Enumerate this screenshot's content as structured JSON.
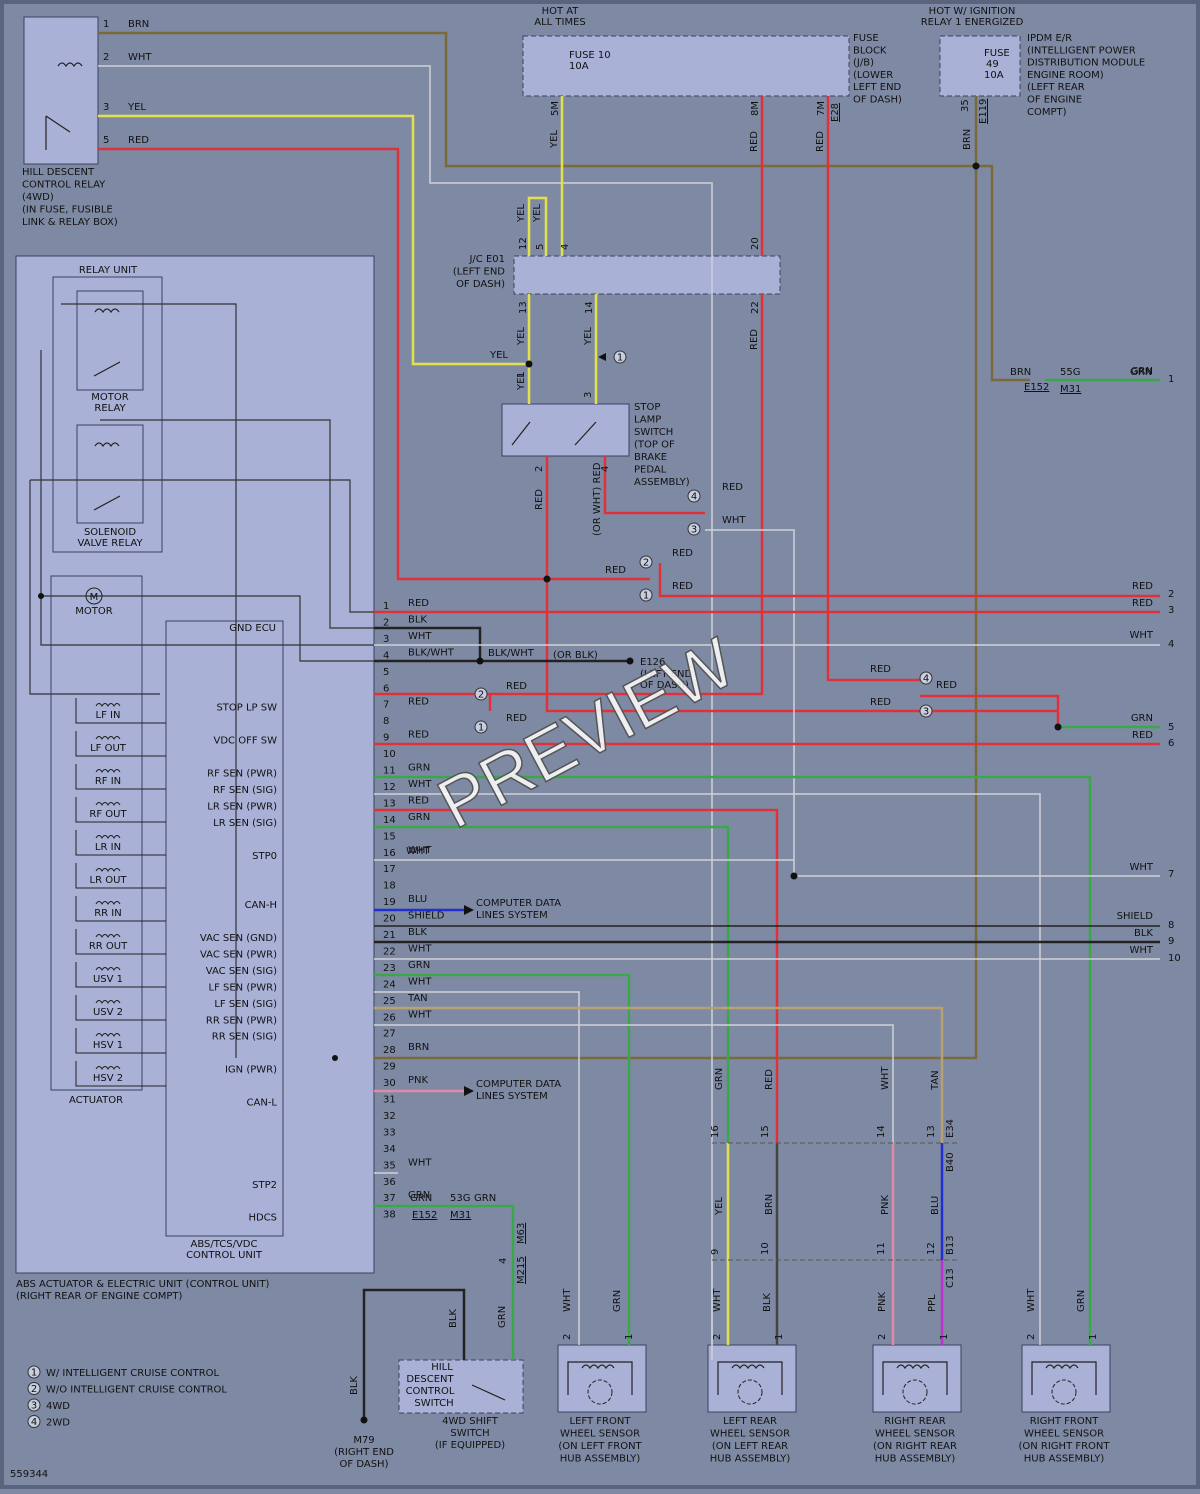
{
  "colors": {
    "background": "#7e8aa4",
    "panel": "#a9b1d6",
    "brn": "#7a6a3a",
    "wht": "#cfd2d8",
    "yel": "#e4e04a",
    "red": "#e0303a",
    "grn": "#3aa84a",
    "blk": "#222222",
    "blu": "#1f2fd0",
    "pnk": "#e08aa8",
    "tan": "#b8a070",
    "ppl": "#c030d0"
  },
  "top_labels": {
    "hot_at_all_times": [
      "HOT AT",
      "ALL TIMES"
    ],
    "hot_w_ignition": [
      "HOT W/ IGNITION",
      "RELAY 1 ENERGIZED"
    ]
  },
  "fuse_block": {
    "fuse": [
      "FUSE 10",
      "10A"
    ],
    "label": [
      "FUSE",
      "BLOCK",
      "(J/B)",
      "(LOWER",
      "LEFT END",
      "OF DASH)"
    ],
    "pins": [
      "5M",
      "8M",
      "7M"
    ],
    "connector": "E28"
  },
  "ipdm": {
    "fuse": [
      "FUSE",
      "49",
      "10A"
    ],
    "label": [
      "IPDM E/R",
      "(INTELLIGENT POWER",
      "DISTRIBUTION MODULE",
      "ENGINE ROOM)",
      "(LEFT REAR",
      "OF ENGINE",
      "COMPT)"
    ],
    "pin": "35",
    "connector": "E119",
    "wire": "BRN"
  },
  "hill_descent_relay": {
    "label": [
      "HILL DESCENT",
      "CONTROL RELAY",
      "(4WD)",
      "(IN FUSE, FUSIBLE",
      "LINK & RELAY BOX)"
    ],
    "pins": [
      {
        "n": "1",
        "color": "BRN"
      },
      {
        "n": "2",
        "color": "WHT"
      },
      {
        "n": "3",
        "color": "YEL"
      },
      {
        "n": "5",
        "color": "RED"
      }
    ]
  },
  "jc_e01": {
    "label": [
      "J/C E01",
      "(LEFT END",
      "OF DASH)"
    ],
    "top_pins": [
      "12",
      "5",
      "4",
      "20"
    ],
    "bottom_pins": [
      "13",
      "14",
      "22"
    ],
    "top_wires": [
      "YEL",
      "YEL"
    ]
  },
  "stop_lamp": {
    "label": [
      "STOP",
      "LAMP",
      "SWITCH",
      "(TOP OF",
      "BRAKE",
      "PEDAL",
      "ASSEMBLY)"
    ],
    "pins": [
      "1",
      "3",
      "2",
      "4"
    ]
  },
  "wire_labels": {
    "yel": "YEL",
    "red": "RED",
    "wht": "WHT",
    "grn": "GRN",
    "brn": "BRN",
    "blk": "BLK",
    "tan": "TAN",
    "pnk": "PNK",
    "blu": "BLU",
    "ppl": "PPL",
    "or_wht_red": "(OR WHT) RED",
    "blk_wht": "BLK/WHT",
    "or_blk": "(OR BLK)",
    "shield": "SHIELD"
  },
  "e126": {
    "id": "E126",
    "lines": [
      "(LEFT END",
      "OF DASH)"
    ]
  },
  "splice_55g": {
    "id": "55G",
    "conns": [
      "E152",
      "M31"
    ],
    "from": "BRN",
    "to": "GRN"
  },
  "splice_53g": {
    "id": "53G",
    "conns": [
      "E152",
      "M31"
    ],
    "from": "GRN",
    "to": "GRN"
  },
  "relay_unit": {
    "title": "RELAY UNIT",
    "motor_relay": [
      "MOTOR",
      "RELAY"
    ],
    "solenoid_relay": [
      "SOLENOID",
      "VALVE RELAY"
    ],
    "motor": "MOTOR",
    "motor_symbol": "M",
    "actuator": "ACTUATOR",
    "coils": [
      "LF IN",
      "LF OUT",
      "RF IN",
      "RF OUT",
      "LR IN",
      "LR OUT",
      "RR IN",
      "RR OUT",
      "USV 1",
      "USV 2",
      "HSV 1",
      "HSV 2"
    ]
  },
  "control_unit": {
    "label": [
      "ABS/TCS/VDC",
      "CONTROL UNIT"
    ],
    "gnd": "GND ECU",
    "pin_labels": [
      {
        "pin": 7,
        "text": "STOP LP SW"
      },
      {
        "pin": 9,
        "text": "VDC OFF SW"
      },
      {
        "pin": 11,
        "text": "RF SEN (PWR)"
      },
      {
        "pin": 12,
        "text": "RF SEN (SIG)"
      },
      {
        "pin": 13,
        "text": "LR SEN (PWR)"
      },
      {
        "pin": 14,
        "text": "LR SEN (SIG)"
      },
      {
        "pin": 16,
        "text": "STP0"
      },
      {
        "pin": 19,
        "text": "CAN-H"
      },
      {
        "pin": 21,
        "text": "VAC SEN (GND)"
      },
      {
        "pin": 22,
        "text": "VAC SEN (PWR)"
      },
      {
        "pin": 23,
        "text": "VAC SEN (SIG)"
      },
      {
        "pin": 24,
        "text": "LF SEN (PWR)"
      },
      {
        "pin": 25,
        "text": "LF SEN (SIG)"
      },
      {
        "pin": 26,
        "text": "RR SEN (PWR)"
      },
      {
        "pin": 27,
        "text": "RR SEN (SIG)"
      },
      {
        "pin": 29,
        "text": "IGN (PWR)"
      },
      {
        "pin": 31,
        "text": "CAN-L"
      },
      {
        "pin": 36,
        "text": "STP2"
      },
      {
        "pin": 38,
        "text": "HDCS"
      }
    ]
  },
  "ecu_outer_label": [
    "ABS ACTUATOR & ELECTRIC UNIT (CONTROL UNIT)",
    "(RIGHT REAR OF ENGINE COMPT)"
  ],
  "ecu_pins": [
    {
      "n": "1",
      "c": "RED"
    },
    {
      "n": "2",
      "c": "BLK"
    },
    {
      "n": "3",
      "c": "WHT"
    },
    {
      "n": "4",
      "c": "BLK/WHT"
    },
    {
      "n": "5",
      "c": ""
    },
    {
      "n": "6",
      "c": ""
    },
    {
      "n": "7",
      "c": "RED"
    },
    {
      "n": "8",
      "c": ""
    },
    {
      "n": "9",
      "c": "RED"
    },
    {
      "n": "10",
      "c": ""
    },
    {
      "n": "11",
      "c": "GRN"
    },
    {
      "n": "12",
      "c": "WHT"
    },
    {
      "n": "13",
      "c": "RED"
    },
    {
      "n": "14",
      "c": "GRN"
    },
    {
      "n": "15",
      "c": ""
    },
    {
      "n": "16",
      "c": "WHT"
    },
    {
      "n": "17",
      "c": ""
    },
    {
      "n": "18",
      "c": ""
    },
    {
      "n": "19",
      "c": "BLU"
    },
    {
      "n": "20",
      "c": "SHIELD"
    },
    {
      "n": "21",
      "c": "BLK"
    },
    {
      "n": "22",
      "c": "WHT"
    },
    {
      "n": "23",
      "c": "GRN"
    },
    {
      "n": "24",
      "c": "WHT"
    },
    {
      "n": "25",
      "c": "TAN"
    },
    {
      "n": "26",
      "c": "WHT"
    },
    {
      "n": "27",
      "c": ""
    },
    {
      "n": "28",
      "c": "BRN"
    },
    {
      "n": "29",
      "c": ""
    },
    {
      "n": "30",
      "c": "PNK"
    },
    {
      "n": "31",
      "c": ""
    },
    {
      "n": "32",
      "c": ""
    },
    {
      "n": "33",
      "c": ""
    },
    {
      "n": "34",
      "c": ""
    },
    {
      "n": "35",
      "c": "WHT"
    },
    {
      "n": "36",
      "c": ""
    },
    {
      "n": "37",
      "c": "GRN"
    },
    {
      "n": "38",
      "c": ""
    }
  ],
  "data_lines": [
    "COMPUTER DATA",
    "LINES SYSTEM"
  ],
  "right_edge": [
    {
      "n": "1",
      "c": "GRN"
    },
    {
      "n": "2",
      "c": "RED"
    },
    {
      "n": "3",
      "c": "RED"
    },
    {
      "n": "4",
      "c": "WHT"
    },
    {
      "n": "5",
      "c": "GRN"
    },
    {
      "n": "6",
      "c": "RED"
    },
    {
      "n": "7",
      "c": "WHT"
    },
    {
      "n": "8",
      "c": "SHIELD"
    },
    {
      "n": "9",
      "c": "BLK"
    },
    {
      "n": "10",
      "c": "WHT"
    }
  ],
  "variant_markers": [
    "1",
    "2",
    "3",
    "4"
  ],
  "conn_e34_pins": [
    "16",
    "15",
    "14",
    "13"
  ],
  "conn_e34": "E34",
  "conn_b40": "B40",
  "conn_b13_pins": [
    "9",
    "10",
    "11",
    "12"
  ],
  "conn_b13": "B13",
  "conn_c13": "C13",
  "m63": "M63",
  "m215": "M215",
  "m215_pin": "4",
  "sensors": [
    {
      "name": [
        "LEFT FRONT",
        "WHEEL SENSOR",
        "(ON LEFT FRONT",
        "HUB ASSEMBLY)"
      ],
      "w2": "WHT",
      "w1": "GRN"
    },
    {
      "name": [
        "LEFT REAR",
        "WHEEL SENSOR",
        "(ON LEFT REAR",
        "HUB ASSEMBLY)"
      ],
      "w2": "WHT",
      "w1": "BLK"
    },
    {
      "name": [
        "RIGHT REAR",
        "WHEEL SENSOR",
        "(ON RIGHT REAR",
        "HUB ASSEMBLY)"
      ],
      "w2": "PNK",
      "w1": "PPL"
    },
    {
      "name": [
        "RIGHT FRONT",
        "WHEEL SENSOR",
        "(ON RIGHT FRONT",
        "HUB ASSEMBLY)"
      ],
      "w2": "WHT",
      "w1": "GRN"
    }
  ],
  "hill_switch": {
    "label": [
      "HILL",
      "DESCENT",
      "CONTROL",
      "SWITCH"
    ],
    "caption": [
      "4WD SHIFT",
      "SWITCH",
      "(IF EQUIPPED)"
    ]
  },
  "ground_m79": {
    "id": "M79",
    "lines": [
      "(RIGHT END",
      "OF DASH)"
    ]
  },
  "legend": [
    {
      "n": "1",
      "text": "W/ INTELLIGENT CRUISE CONTROL"
    },
    {
      "n": "2",
      "text": "W/O INTELLIGENT CRUISE CONTROL"
    },
    {
      "n": "3",
      "text": "4WD"
    },
    {
      "n": "4",
      "text": "2WD"
    }
  ],
  "diagram_id": "559344",
  "watermark": "PREVIEW"
}
